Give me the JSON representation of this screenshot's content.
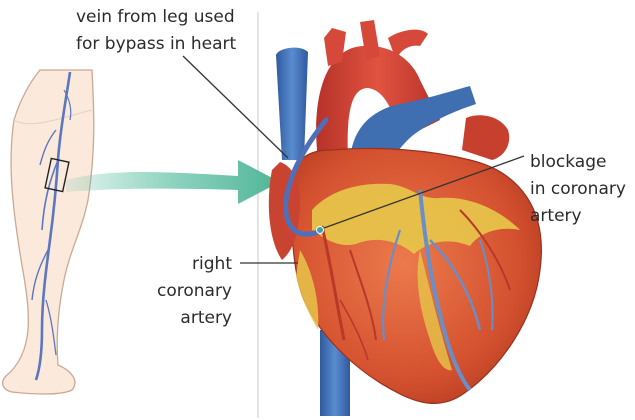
{
  "labels": {
    "vein_graft": [
      "vein from leg used",
      "for bypass in heart"
    ],
    "blockage": [
      "blockage",
      "in coronary",
      "artery"
    ],
    "right_coronary": [
      "right",
      "coronary",
      "artery"
    ]
  },
  "colors": {
    "skin": "#fbe9dc",
    "skin_outline": "#c9a994",
    "vein": "#5a77bf",
    "arrow": "#5cbfa3",
    "aorta": "#d8463a",
    "vena_cava": "#3f6fb0",
    "myocardium": "#d95a36",
    "fat": "#e6c54a",
    "coronary_vein": "#6a8ec7",
    "leader_line": "#333333"
  },
  "icons": [
    "leg-illustration",
    "heart-illustration",
    "transfer-arrow-icon"
  ]
}
